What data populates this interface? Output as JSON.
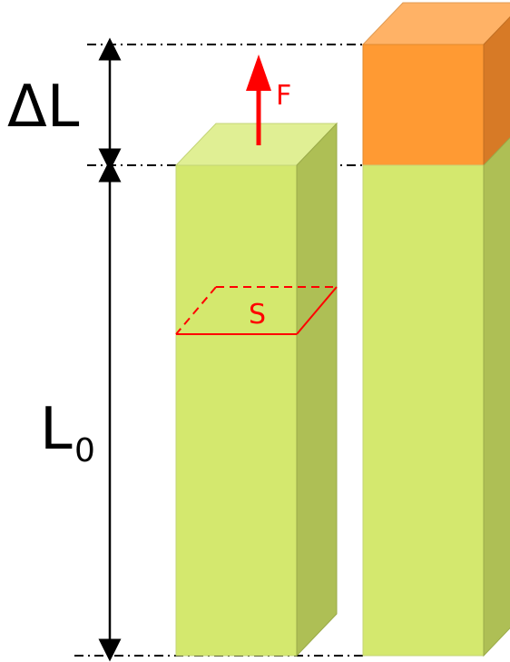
{
  "labels": {
    "delta_l": "ΔL",
    "l0_main": "L",
    "l0_sub": "0",
    "force": "F",
    "section": "S"
  },
  "colors": {
    "bar_front": "#d4e86e",
    "bar_top": "#e0ef94",
    "bar_side": "#aebf55",
    "extension_front": "#ff9a33",
    "extension_top": "#ffb266",
    "extension_side": "#d77a26",
    "force_and_section": "#ff0000",
    "dimension_lines": "#000000"
  }
}
